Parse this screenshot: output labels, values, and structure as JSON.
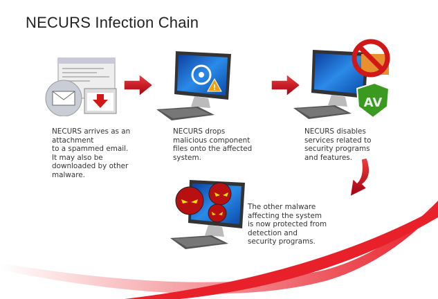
{
  "title": "NECURS Infection Chain",
  "steps": [
    {
      "text": "NECURS arrives as an\nattachment\nto a spammed email.\nIt may also be\ndownloaded by other\nmalware.",
      "icon": "spam-email-icon"
    },
    {
      "text": "NECURS drops\nmalicious component\nfiles onto the affected\nsystem.",
      "icon": "biohazard-monitor-icon"
    },
    {
      "text": "NECURS disables\nservices related to\nsecurity programs\nand features.",
      "icon": "disabled-antivirus-monitor-icon"
    },
    {
      "text": "The other malware\naffecting the system\nis now protected from\ndetection and\nsecurity programs.",
      "icon": "malware-monitor-icon"
    }
  ],
  "badge_av": "AV",
  "colors": {
    "accent": "#e8202a",
    "arrow": "#c8101a",
    "screen": "#1a6fd0"
  }
}
